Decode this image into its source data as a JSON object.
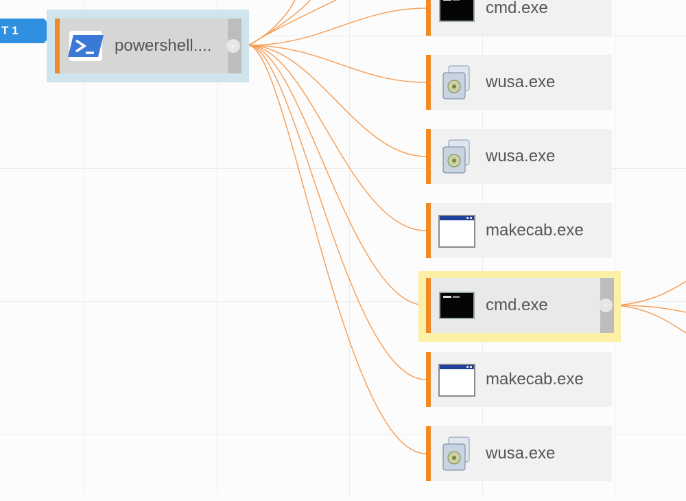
{
  "root": {
    "tag_label": "T 1",
    "label": "powershell....",
    "icon": "powershell-icon",
    "expander": "-"
  },
  "children": [
    {
      "label": "cmd.exe",
      "icon": "console-icon"
    },
    {
      "label": "wusa.exe",
      "icon": "installer-icon"
    },
    {
      "label": "wusa.exe",
      "icon": "installer-icon"
    },
    {
      "label": "makecab.exe",
      "icon": "window-icon"
    },
    {
      "label": "cmd.exe",
      "icon": "console-icon",
      "selected": true,
      "expander": "-"
    },
    {
      "label": "makecab.exe",
      "icon": "window-icon"
    },
    {
      "label": "wusa.exe",
      "icon": "installer-icon"
    }
  ],
  "colors": {
    "edge": "#f5a05a",
    "accent": "#f08a24",
    "root_selection": "#cfe4ec",
    "child_selection": "#fbf0a6",
    "tag": "#2f8fe0"
  }
}
